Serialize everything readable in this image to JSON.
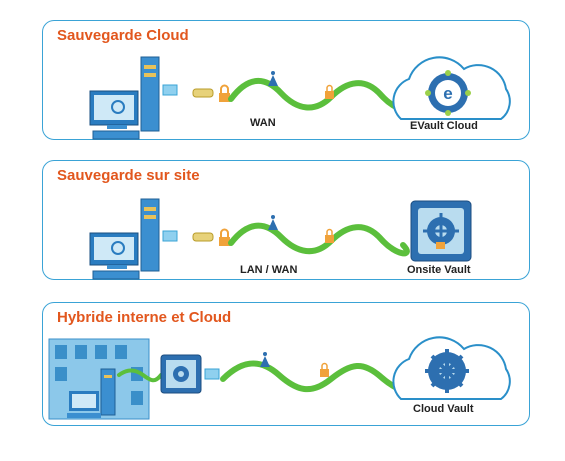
{
  "colors": {
    "panel_border": "#3aa3d6",
    "title": "#e2571e",
    "wave": "#5bbf3c",
    "server": "#4da3d9",
    "cloud_outline": "#2a8fc9",
    "vault": "#2d6fb0",
    "lock": "#f0a23a"
  },
  "panels": [
    {
      "title": "Sauvegarde Cloud",
      "network_label": "WAN",
      "destination_label": "EVault Cloud",
      "destination_icon": "evault-cloud-icon"
    },
    {
      "title": "Sauvegarde sur site",
      "network_label": "LAN / WAN",
      "destination_label": "Onsite Vault",
      "destination_icon": "onsite-vault-icon"
    },
    {
      "title": "Hybride interne et Cloud",
      "network_label": "",
      "destination_label": "Cloud Vault",
      "destination_icon": "cloud-vault-icon"
    }
  ]
}
